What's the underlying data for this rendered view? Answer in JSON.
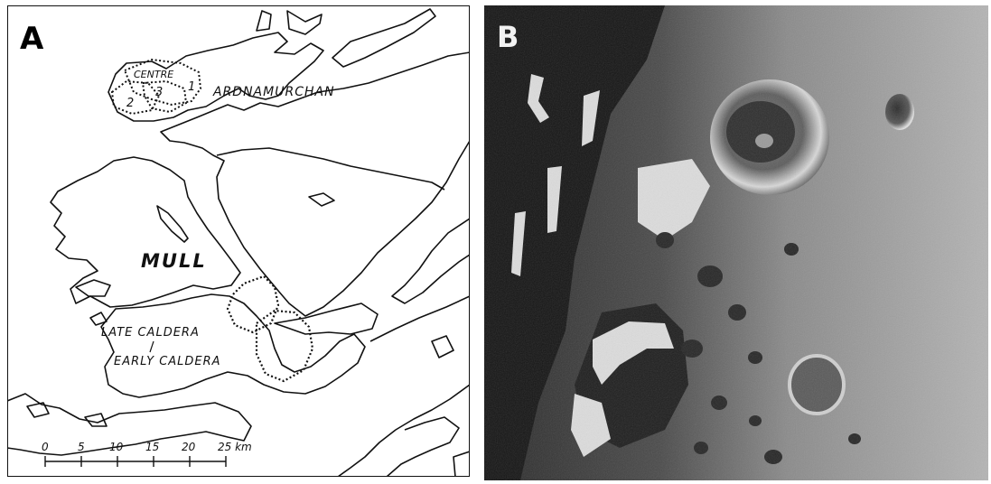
{
  "panel_a": {
    "letter": "A",
    "labels": {
      "ardnamurchan": "ARDNAMURCHAN",
      "centre": "CENTRE",
      "centre_1": "1",
      "centre_2": "2",
      "centre_3": "3",
      "mull": "MULL",
      "late_caldera": "LATE CALDERA",
      "early_caldera": "EARLY CALDERA"
    },
    "scale_bar": {
      "ticks": [
        "0",
        "5",
        "10",
        "15",
        "20",
        "25 km"
      ]
    }
  },
  "panel_b": {
    "letter": "B"
  }
}
